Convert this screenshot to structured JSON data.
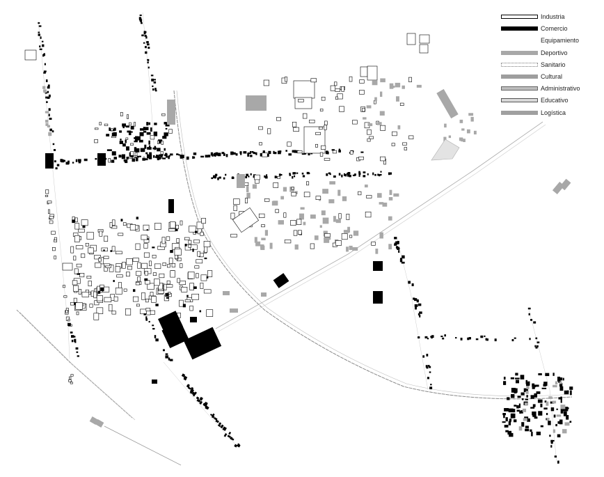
{
  "legend": {
    "industria": "Industria",
    "comercio": "Comercio",
    "equipamiento": "Equipamiento",
    "deportivo": "Deportivo",
    "sanitario": "Sanitario",
    "cultural": "Cultural",
    "administrativo": "Administrativo",
    "educativo": "Educativo",
    "logistica": "Logística"
  },
  "colors": {
    "industria": "#ffffff",
    "comercio": "#000000",
    "deportivo": "#a8a8a8",
    "sanitario": "#ffffff",
    "cultural": "#9e9e9e",
    "administrativo": "#bdbdbd",
    "educativo": "#d9d9d9",
    "logistica": "#a0a0a0",
    "road": "#9a9a9a"
  }
}
